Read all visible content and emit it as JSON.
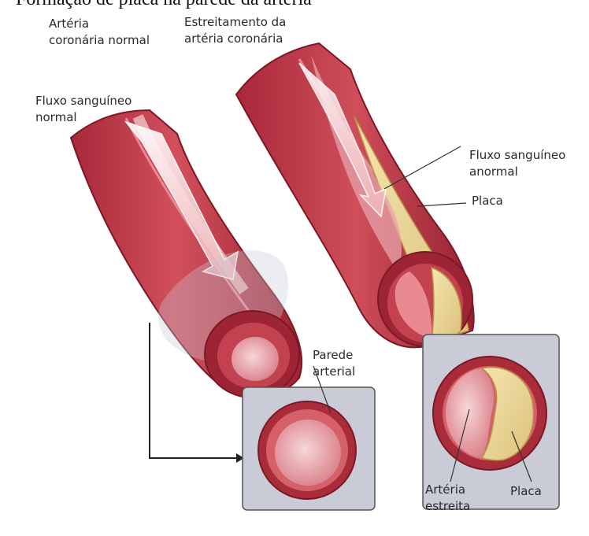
{
  "title": "Formação de placa na parede da artéria",
  "labels": {
    "normal_artery": [
      "Artéria",
      "coronária normal"
    ],
    "narrowing": [
      "Estreitamento da",
      "artéria coronária"
    ],
    "normal_flow": [
      "Fluxo sanguíneo",
      "normal"
    ],
    "abnormal_flow": [
      "Fluxo sanguíneo",
      "anormal"
    ],
    "plaque_top": "Placa",
    "arterial_wall": [
      "Parede",
      "arterial"
    ],
    "narrow_artery": [
      "Artéria",
      "estreita"
    ],
    "plaque_bottom": "Placa"
  },
  "colors": {
    "vessel_red": "#b8323e",
    "vessel_dark": "#8e1d2a",
    "vessel_light": "#e07a82",
    "lumen_pink": "#f2c1c4",
    "plaque_yellow": "#ecd79a",
    "panel_gray": "#c9cbd6"
  }
}
